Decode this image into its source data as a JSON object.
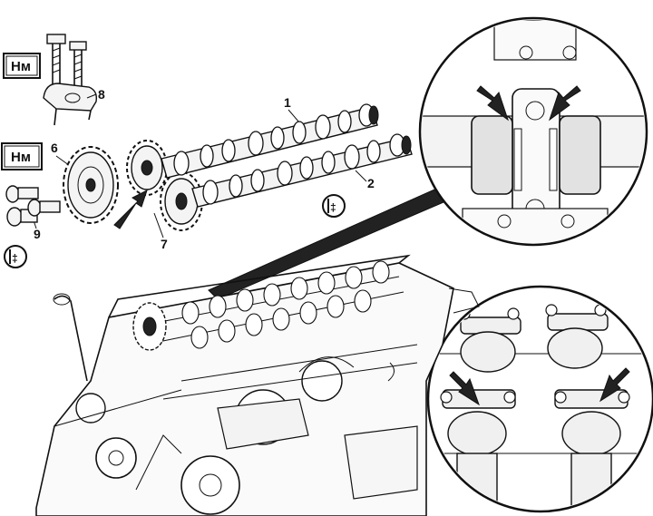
{
  "diagram": {
    "torque_badges": [
      "Нм",
      "Нм"
    ],
    "callouts": [
      "1",
      "2",
      "6",
      "7",
      "8",
      "9"
    ],
    "note_icons": [
      "‡",
      "‡"
    ],
    "icons": {
      "torque": "torque-spec-icon",
      "note": "instruction-note-icon",
      "arrow": "indicator-arrow-icon"
    }
  }
}
